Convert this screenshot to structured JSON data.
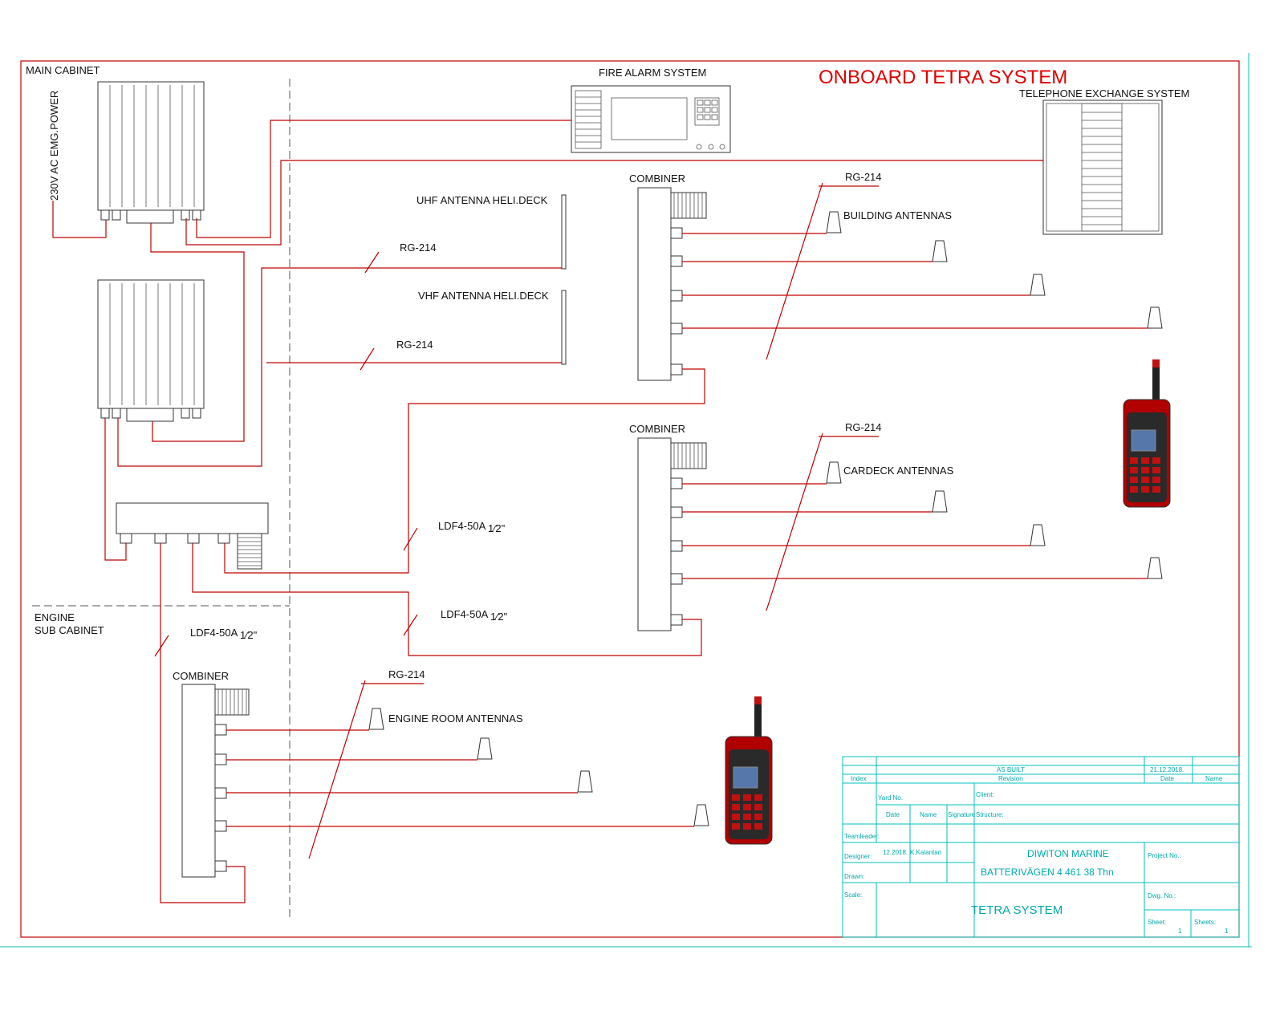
{
  "diagram": {
    "title": "ONBOARD TETRA SYSTEM",
    "labels": {
      "main_cabinet": "MAIN CABINET",
      "power": "230V AC EMG.POWER",
      "fire_alarm": "FIRE ALARM SYSTEM",
      "telephone": "TELEPHONE EXCHANGE SYSTEM",
      "uhf_antenna": "UHF ANTENNA HELI.DECK",
      "vhf_antenna": "VHF ANTENNA HELI.DECK",
      "rg214": "RG-214",
      "combiner": "COMBINER",
      "building_antennas": "BUILDING ANTENNAS",
      "cardeck_antennas": "CARDECK ANTENNAS",
      "engine_room_antennas": "ENGINE ROOM ANTENNAS",
      "engine_sub_1": "ENGINE",
      "engine_sub_2": "SUB CABINET",
      "ldf": "LDF4-50A",
      "ldf_frac": "1⁄2\""
    }
  },
  "title_block": {
    "as_built": "AS BUILT",
    "as_built_date": "21.12.2018.",
    "index": "Index",
    "revision": "Revision",
    "date": "Date",
    "name": "Name",
    "yard_no": "Yard No.",
    "client": "Client:",
    "col_date": "Date",
    "col_name": "Name",
    "col_signature": "Signature",
    "structure": "Structure:",
    "team_leader": "Teamleader:",
    "designer": "Designer:",
    "designer_date": "12.2018.",
    "designer_name": "K.Kalantan",
    "drawn": "Drawn:",
    "scale": "Scale:",
    "company": "DIWITON  MARINE",
    "address": "BATTERIVÄGEN  4  461  38  Thn",
    "project_no": "Project No.:",
    "drawing_no": "Dwg. No.:",
    "drawing_title": "TETRA  SYSTEM",
    "sheet": "Sheet:",
    "sheet_value": "1",
    "sheets": "Sheets:",
    "sheets_value": "1"
  }
}
